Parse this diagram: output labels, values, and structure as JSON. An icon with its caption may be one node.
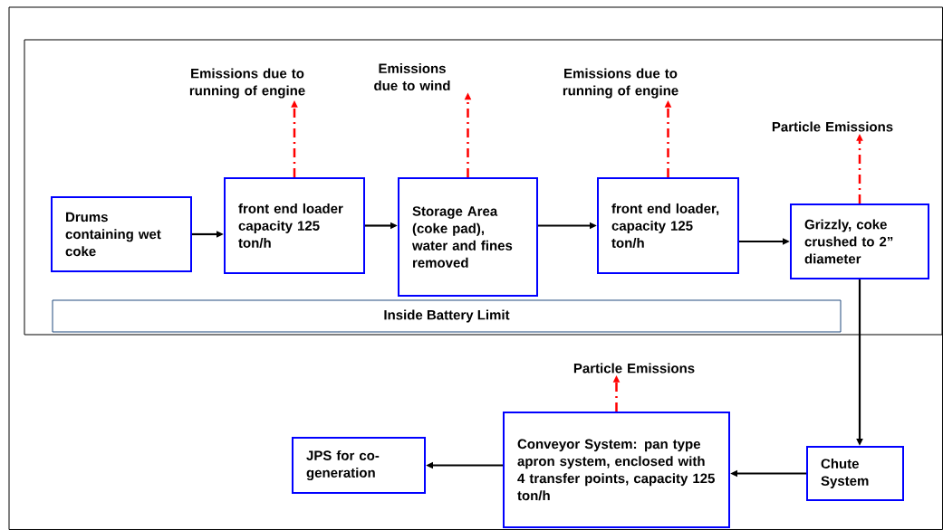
{
  "diagram": {
    "nodes": [
      {
        "text": [],
        "shape": "box"
      },
      {
        "text": [
          "Drums containing wet coke"
        ],
        "in": 0
      },
      {
        "text": [
          "front end loader capacity 125 ton/h"
        ],
        "in": 0
      },
      {
        "text": [
          "Storage Area (coke pad), water and fines removed"
        ],
        "in": 0
      },
      {
        "text": [
          "front end loader, capacity 125 ton/h"
        ],
        "in": 0
      },
      {
        "text": [
          "Grizzly, coke crushed to 2” diameter"
        ],
        "in": 0
      },
      {
        "text": [
          "Inside Battery Limit"
        ],
        "in": 0
      },
      {
        "text": [
          "Emissions due to running of engine"
        ],
        "in": 0
      },
      {
        "text": [
          "Emissions due to wind"
        ],
        "in": 0
      },
      {
        "text": [
          "Emissions due to running of engine"
        ],
        "in": 0
      },
      {
        "text": [
          "Particle Emissions"
        ],
        "in": 0
      },
      {
        "text": [
          "Chute System"
        ]
      },
      {
        "text": [
          "Conveyor System: pan type apron system, enclosed with 4 transfer points, capacity 125 ton/h"
        ]
      },
      {
        "text": [
          "JPS for co-generation"
        ]
      },
      {
        "text": [
          "Particle Emissions"
        ]
      }
    ],
    "edges": [
      {
        "from": 1,
        "to": 2,
        "arrow": "to"
      },
      {
        "from": 2,
        "to": 3,
        "arrow": "to"
      },
      {
        "from": 3,
        "to": 4,
        "arrow": "to"
      },
      {
        "from": 4,
        "to": 5,
        "arrow": "to"
      },
      {
        "from": 5,
        "to": 11,
        "arrow": "to"
      },
      {
        "from": 11,
        "to": 12,
        "arrow": "to"
      },
      {
        "from": 12,
        "to": 13,
        "arrow": "to"
      },
      {
        "from": 2,
        "to": 7,
        "arrow": "to",
        "style": "dashed",
        "color": "#ff0000"
      },
      {
        "from": 3,
        "to": 8,
        "arrow": "to",
        "style": "dashed",
        "color": "#ff0000"
      },
      {
        "from": 4,
        "to": 9,
        "arrow": "to",
        "style": "dashed",
        "color": "#ff0000"
      },
      {
        "from": 5,
        "to": 10,
        "arrow": "to",
        "style": "dashed",
        "color": "#ff0000"
      },
      {
        "from": 12,
        "to": 14,
        "arrow": "to",
        "style": "dashed",
        "color": "#ff0000"
      }
    ]
  }
}
